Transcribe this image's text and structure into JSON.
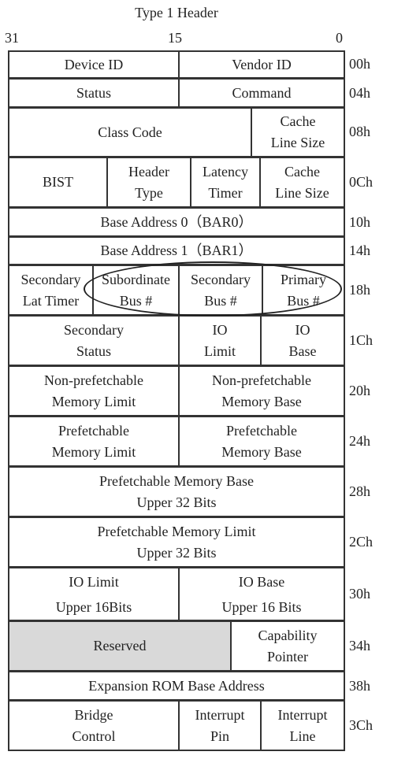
{
  "header": {
    "title": "Type 1 Header",
    "bit_high": "31",
    "bit_mid": "15",
    "bit_low": "0"
  },
  "rows": [
    {
      "offset": "00h",
      "cells": [
        "Device ID",
        "Vendor ID"
      ]
    },
    {
      "offset": "04h",
      "cells": [
        "Status",
        "Command"
      ]
    },
    {
      "offset": "08h",
      "cells": [
        "Class Code",
        "Cache\nLine Size"
      ]
    },
    {
      "offset": "0Ch",
      "cells": [
        "BIST",
        "Header\nType",
        "Latency\nTimer",
        "Cache\nLine Size"
      ]
    },
    {
      "offset": "10h",
      "cells": [
        "Base Address 0（BAR0）"
      ]
    },
    {
      "offset": "14h",
      "cells": [
        "Base Address 1（BAR1）"
      ]
    },
    {
      "offset": "18h",
      "cells": [
        "Secondary\nLat Timer",
        "Subordinate\nBus #",
        "Secondary\nBus #",
        "Primary\nBus #"
      ]
    },
    {
      "offset": "1Ch",
      "cells": [
        "Secondary\nStatus",
        "IO\nLimit",
        "IO\nBase"
      ]
    },
    {
      "offset": "20h",
      "cells": [
        "Non-prefetchable\nMemory Limit",
        "Non-prefetchable\nMemory Base"
      ]
    },
    {
      "offset": "24h",
      "cells": [
        "Prefetchable\nMemory Limit",
        "Prefetchable\nMemory Base"
      ]
    },
    {
      "offset": "28h",
      "cells": [
        "Prefetchable Memory Base\nUpper 32 Bits"
      ]
    },
    {
      "offset": "2Ch",
      "cells": [
        "Prefetchable Memory Limit\nUpper 32 Bits"
      ]
    },
    {
      "offset": "30h",
      "cells": [
        "IO Limit\nUpper 16Bits",
        "IO Base\nUpper 16 Bits"
      ]
    },
    {
      "offset": "34h",
      "cells": [
        "Reserved",
        "Capability\nPointer"
      ]
    },
    {
      "offset": "38h",
      "cells": [
        "Expansion ROM Base Address"
      ]
    },
    {
      "offset": "3Ch",
      "cells": [
        "Bridge\nControl",
        "Interrupt\nPin",
        "Interrupt\nLine"
      ]
    }
  ],
  "colors": {
    "border": "#333333",
    "reserved_fill": "#d9d9d9",
    "text": "#222222"
  }
}
